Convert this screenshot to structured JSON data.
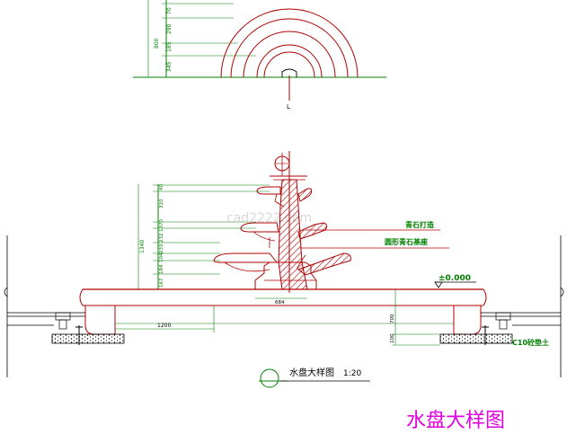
{
  "plan": {
    "dims": [
      "70",
      "290",
      "185",
      "345"
    ],
    "total": "800",
    "axis_mark": "L"
  },
  "elevation": {
    "left_dims": [
      "40",
      "310",
      "1370",
      "232",
      "233",
      "104",
      "184",
      "167"
    ],
    "total": "1340",
    "width_dim": "1200",
    "base_dim": "684",
    "right_dims": [
      "700",
      "100"
    ],
    "level_mark": "±0.000",
    "watermark": "cad2222.com",
    "labels": {
      "stone": "青石打造",
      "column": "圆形青石基座",
      "concrete": "C10砼垫土"
    }
  },
  "caption": {
    "name": "水盘大样图",
    "scale": "1:20"
  },
  "title": "水盘大样图",
  "colors": {
    "red": "#b00000",
    "green": "#008000",
    "magenta": "#e000e0"
  }
}
